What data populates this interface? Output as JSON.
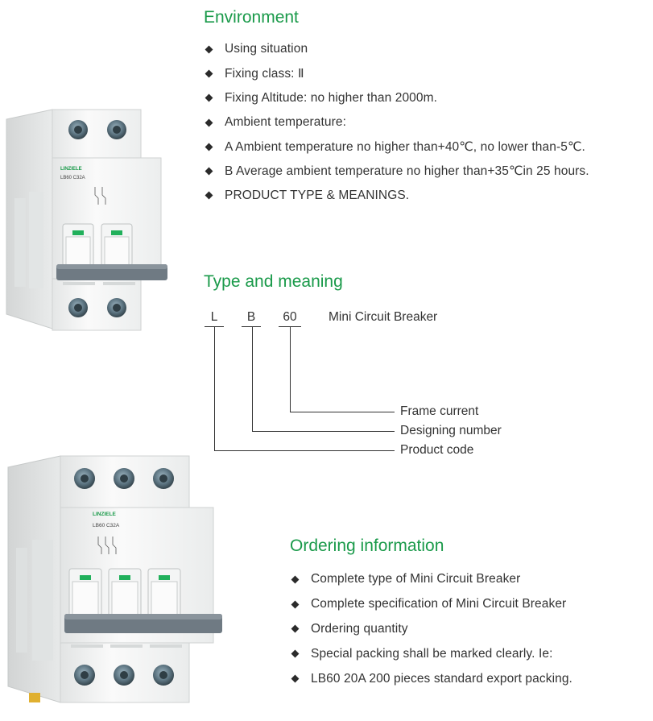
{
  "environment": {
    "title": "Environment",
    "items": [
      "Using situation",
      "Fixing class: Ⅱ",
      "Fixing Altitude: no higher than 2000m.",
      "Ambient temperature:",
      "A Ambient temperature no higher than+40℃, no lower than-5℃.",
      "B Average ambient temperature no higher than+35℃in 25 hours.",
      "PRODUCT TYPE & MEANINGS."
    ]
  },
  "type_meaning": {
    "title": "Type and meaning",
    "code_parts": [
      "L",
      "B",
      "60"
    ],
    "product_name": "Mini Circuit Breaker",
    "labels": [
      "Frame current",
      "Designing number",
      "Product code"
    ]
  },
  "ordering": {
    "title": "Ordering information",
    "items": [
      "Complete type of Mini Circuit Breaker",
      "Complete specification of Mini Circuit Breaker",
      "Ordering quantity",
      "Special packing shall be marked clearly. Ie:",
      "LB60 20A 200 pieces standard export packing."
    ]
  },
  "products": {
    "brand": "LINZIELE",
    "two_pole_model": "LB60 C32A",
    "three_pole_model": "LB60 C32A"
  }
}
